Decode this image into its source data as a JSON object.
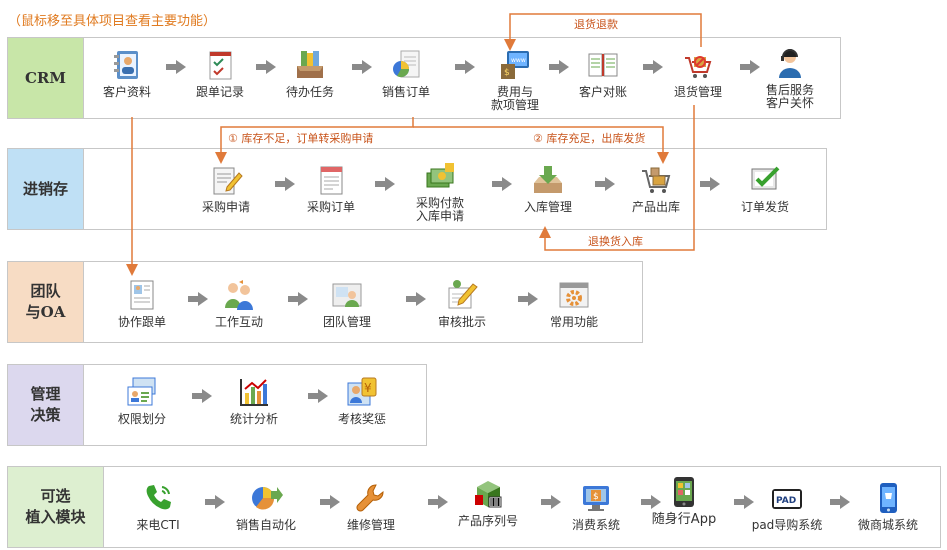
{
  "hint": "（鼠标移至具体项目查看主要功能）",
  "rows": [
    {
      "label": "CRM",
      "items": [
        "客户资料",
        "跟单记录",
        "待办任务",
        "销售订单",
        "费用与\n款项管理",
        "客户对账",
        "退货管理",
        "售后服务\n客户关怀"
      ]
    },
    {
      "label": "进销存",
      "items": [
        "采购申请",
        "采购订单",
        "采购付款\n入库申请",
        "入库管理",
        "产品出库",
        "订单发货"
      ]
    },
    {
      "label": "团队\n与OA",
      "items": [
        "协作跟单",
        "工作互动",
        "团队管理",
        "审核批示",
        "常用功能"
      ]
    },
    {
      "label": "管理\n决策",
      "items": [
        "权限划分",
        "统计分析",
        "考核奖惩"
      ]
    },
    {
      "label": "可选\n植入模块",
      "items": [
        "来电CTI",
        "销售自动化",
        "维修管理",
        "产品序列号",
        "消费系统",
        "随身行App",
        "pad导购系统",
        "微商城系统"
      ]
    }
  ],
  "flows": {
    "refund": "退货退款",
    "stock_short": "① 库存不足，订单转采购申请",
    "stock_ok": "② 库存充足，出库发货",
    "return_in": "退换货入库"
  },
  "colors": {
    "crm": "#c8e6a8",
    "jxc": "#bfe0f5",
    "oa": "#f7dcc4",
    "decision": "#dcd8ee",
    "optional": "#ddefd0",
    "flow": "#e07a3a"
  }
}
